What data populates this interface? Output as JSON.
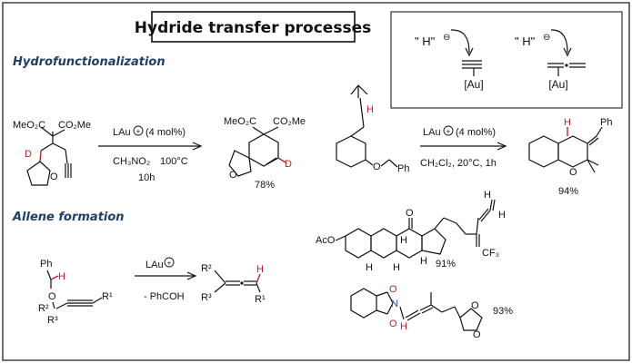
{
  "title": "Hydride transfer processes",
  "colors": {
    "section_label": "#1f3f68",
    "hydride_red": "#c0202a",
    "heteroatom_blue": "#1f4fa8",
    "frame": "#333333"
  },
  "inset": {
    "hydride_1": "\" H\"",
    "hydride_2": "\" H\"",
    "charge": "⊖",
    "au_1": "[Au]",
    "au_2": "[Au]"
  },
  "sections": {
    "hydrofunctionalization": "Hydrofunctionalization",
    "allene_formation": "Allene formation"
  },
  "reaction1": {
    "sm_left_ester": "MeO₂C",
    "sm_right_ester": "CO₂Me",
    "sm_d": "D",
    "sm_o": "O",
    "reagent": "LAu",
    "catalyst_load": "(4 mol%)",
    "solvent": "CH₃NO₂",
    "temperature": "100°C",
    "time": "10h",
    "prod_left_ester": "MeO₂C",
    "prod_right_ester": "CO₂Me",
    "prod_o": "O",
    "prod_d": "D",
    "yield": "78%"
  },
  "reaction2": {
    "sm_h": "H",
    "sm_o": "O",
    "sm_ph": "Ph",
    "reagent": "LAu",
    "catalyst_load": "(4 mol%)",
    "conditions": "CH₂Cl₂, 20°C, 1h",
    "prod_h": "H",
    "prod_ph": "Ph",
    "prod_o": "O",
    "yield": "94%"
  },
  "reaction3": {
    "sm_ph": "Ph",
    "sm_h": "H",
    "sm_o": "O",
    "sm_r1": "R¹",
    "sm_r2": "R²",
    "sm_r3": "R³",
    "reagent": "LAu",
    "byproduct": "- PhCOH",
    "prod_r2": "R²",
    "prod_r3": "R³",
    "prod_r1": "R¹",
    "prod_h": "H"
  },
  "steroid": {
    "aco": "AcO",
    "h_a": "H",
    "h_b": "H",
    "h_c": "H",
    "h_d": "H",
    "o": "O",
    "h_top1": "H",
    "h_top2": "H",
    "cf3": "CF₃",
    "yield": "91%"
  },
  "phthalimide": {
    "o_top": "O",
    "o_bottom": "O",
    "n": "N",
    "o_ring1": "O",
    "o_ring2": "O",
    "yield": "93%"
  }
}
